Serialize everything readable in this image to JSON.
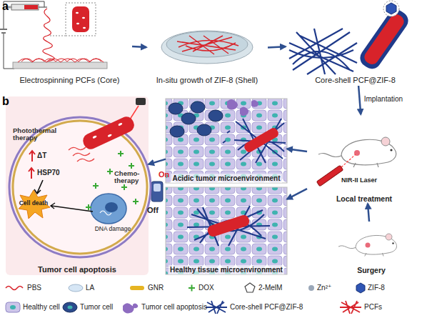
{
  "diagram": {
    "nodes": [
      {
        "text": [
          "Electrospinning PCFs (Core)"
        ]
      },
      {
        "text": [
          "In-situ growth of ZIF-8 (Shell)"
        ]
      },
      {
        "text": [
          "Core-shell PCF@ZIF-8"
        ]
      },
      {
        "text": [
          "Local treatment"
        ]
      },
      {
        "text": [
          "Surgery"
        ]
      },
      {
        "text": [
          "Acidic tumor microenvironment"
        ]
      },
      {
        "text": [
          "Healthy tissue microenvironment"
        ]
      },
      {
        "text": [
          "Tumor cell apoptosis"
        ]
      }
    ],
    "edges": [
      {
        "from": 0,
        "to": 1,
        "arrow": "to"
      },
      {
        "from": 1,
        "to": 2,
        "arrow": "to"
      },
      {
        "from": 2,
        "to": 3,
        "label": "Implantation",
        "arrow": "to"
      },
      {
        "from": 4,
        "to": 3,
        "arrow": "to"
      },
      {
        "from": 3,
        "to": 5,
        "arrow": "to"
      },
      {
        "from": 3,
        "to": 6,
        "arrow": "to"
      },
      {
        "from": 5,
        "to": 7,
        "arrow": "to"
      }
    ],
    "labels": [
      "a",
      "b",
      "NIR-II Laser",
      "Photothermal therapy",
      "ΔT",
      "HSP70",
      "Cell death",
      "DNA damage",
      "Chemo-therapy",
      "On",
      "Off"
    ],
    "legend": [
      {
        "text": "PBS"
      },
      {
        "text": "LA"
      },
      {
        "text": "GNR"
      },
      {
        "text": "DOX"
      },
      {
        "text": "2-MelM"
      },
      {
        "text": "Zn²⁺"
      },
      {
        "text": "ZIF-8"
      },
      {
        "text": "Healthy cell"
      },
      {
        "text": "Tumor cell"
      },
      {
        "text": "Tumor cell apoptosis"
      },
      {
        "text": "Core-shell PCF@ZIF-8"
      },
      {
        "text": "PCFs"
      }
    ]
  }
}
